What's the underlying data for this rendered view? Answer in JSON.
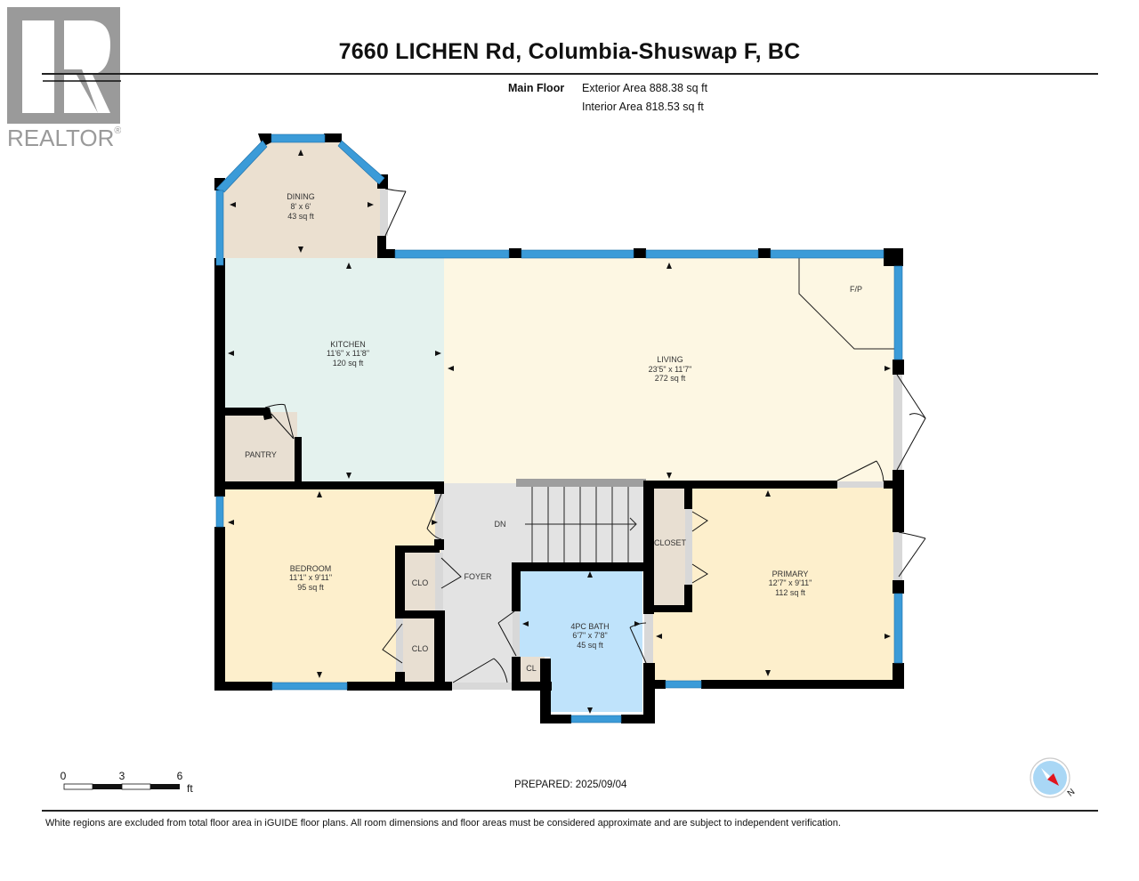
{
  "brand": {
    "logo_letter": "R",
    "logo_text": "REALTOR",
    "logo_mark": "®",
    "logo_color": "#9a9a9a"
  },
  "header": {
    "title": "7660 LICHEN Rd, Columbia-Shuswap F, BC",
    "floor_label": "Main Floor",
    "exterior_area": "Exterior Area 888.38 sq ft",
    "interior_area": "Interior Area 818.53 sq ft"
  },
  "rooms": {
    "dining": {
      "name": "DINING",
      "dims": "8' x 6'",
      "area": "43 sq ft",
      "color": "#ebe0d0"
    },
    "kitchen": {
      "name": "KITCHEN",
      "dims": "11'6\" x 11'8\"",
      "area": "120 sq ft",
      "color": "#e4f2ee"
    },
    "living": {
      "name": "LIVING",
      "dims": "23'5\" x 11'7\"",
      "area": "272 sq ft",
      "color": "#fdf7e3"
    },
    "fireplace": {
      "name": "F/P"
    },
    "pantry": {
      "name": "PANTRY",
      "color": "#e8dfd2"
    },
    "bedroom": {
      "name": "BEDROOM",
      "dims": "11'1\" x 9'11\"",
      "area": "95 sq ft",
      "color": "#fdefcc"
    },
    "closet1": {
      "name": "CLO"
    },
    "closet2": {
      "name": "CLO"
    },
    "foyer": {
      "name": "FOYER",
      "color": "#e3e3e3"
    },
    "stairs": {
      "label": "DN"
    },
    "bath": {
      "name": "4PC BATH",
      "dims": "6'7\" x 7'8\"",
      "area": "45 sq ft",
      "color": "#bfe3fb"
    },
    "bath_closet": {
      "name": "CL"
    },
    "closet_primary": {
      "name": "CLOSET"
    },
    "primary": {
      "name": "PRIMARY",
      "dims": "12'7\" x 9'11\"",
      "area": "112 sq ft",
      "color": "#fdefcc"
    }
  },
  "colors": {
    "wall": "#000000",
    "window": "#3b9bd8",
    "window_line": "#1f6fa8",
    "door_gap": "#d8d8d8"
  },
  "scale_bar": {
    "ticks": [
      "0",
      "3",
      "6"
    ],
    "unit": "ft"
  },
  "footer": {
    "prepared": "PREPARED: 2025/09/04",
    "compass_label": "N",
    "disclaimer": "White regions are excluded from total floor area in iGUIDE floor plans. All room dimensions and floor areas must be considered approximate and are subject to independent verification."
  }
}
